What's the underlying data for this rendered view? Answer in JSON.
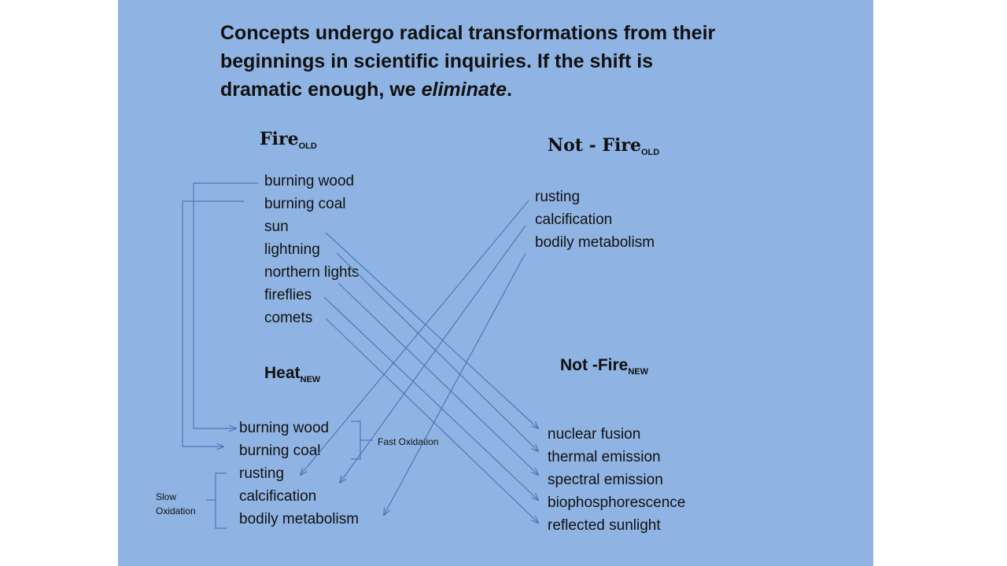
{
  "title": {
    "line1": "Concepts undergo radical transformations from their",
    "line2": "beginnings in scientific inquiries.   If the shift is",
    "line3_pre": "dramatic enough, we ",
    "line3_em": "eliminate",
    "line3_post": "."
  },
  "fire_old": {
    "label": "Fire",
    "sub": "OLD"
  },
  "not_fire_old": {
    "label": "Not - Fire",
    "sub": "OLD"
  },
  "heat_new": {
    "label": "Heat",
    "sub": "NEW"
  },
  "not_fire_new": {
    "label": "Not -Fire",
    "sub": "NEW"
  },
  "fire_old_items": [
    "burning wood",
    "burning coal",
    "sun",
    "lightning",
    "northern lights",
    "fireflies",
    "comets"
  ],
  "not_fire_old_items": [
    "rusting",
    "calcification",
    "bodily metabolism"
  ],
  "heat_new_items": [
    "burning wood",
    "burning coal",
    "rusting",
    "calcification",
    "bodily metabolism"
  ],
  "not_fire_new_items": [
    "nuclear fusion",
    "thermal emission",
    "spectral emission",
    "biophosphorescence",
    "reflected sunlight"
  ],
  "fast_oxidation": "Fast Oxidation",
  "slow_oxidation_1": "Slow",
  "slow_oxidation_2": "Oxidation",
  "line_color": "#4a78b8"
}
